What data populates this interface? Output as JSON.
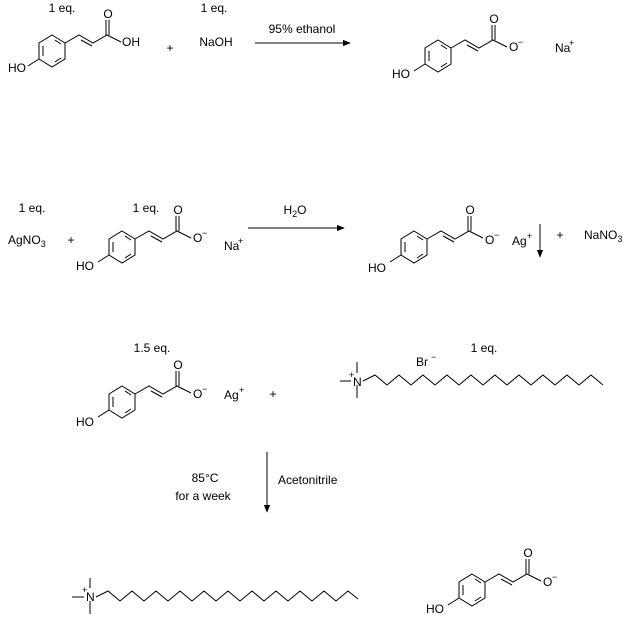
{
  "colors": {
    "ink": "#000000",
    "background": "#ffffff"
  },
  "reactions": [
    {
      "reactant1": {
        "equivalents": "1 eq.",
        "oh_label": "OH",
        "ho_label": "HO",
        "carbonyl_o": "O"
      },
      "plus": "+",
      "reactant2": {
        "equivalents": "1 eq.",
        "formula": "NaOH"
      },
      "condition": "95% ethanol",
      "product": {
        "carbonyl_o": "O",
        "oxide_o": "O",
        "charge_minus": "−",
        "ho_label": "HO",
        "counterion": "Na",
        "counterion_charge": "+"
      }
    },
    {
      "reactant1": {
        "equivalents": "1 eq.",
        "formula_main": "AgNO",
        "formula_sub": "3"
      },
      "plus": "+",
      "reactant2": {
        "equivalents": "1 eq.",
        "carbonyl_o": "O",
        "oxide_o": "O",
        "charge_minus": "−",
        "ho_label": "HO",
        "counterion": "Na",
        "counterion_charge": "+"
      },
      "condition_main": "H",
      "condition_sub": "2",
      "condition_tail": "O",
      "product": {
        "carbonyl_o": "O",
        "oxide_o": "O",
        "charge_minus": "−",
        "ho_label": "HO",
        "counterion": "Ag",
        "counterion_charge": "+"
      },
      "precipitate_plus": "+",
      "byproduct": {
        "formula_main": "NaNO",
        "formula_sub": "3"
      }
    },
    {
      "reactant1": {
        "equivalents": "1.5 eq.",
        "carbonyl_o": "O",
        "oxide_o": "O",
        "charge_minus": "−",
        "ho_label": "HO",
        "counterion": "Ag",
        "counterion_charge": "+"
      },
      "plus": "+",
      "reactant2": {
        "equivalents": "1 eq.",
        "anion": "Br",
        "anion_charge": "−",
        "nitrogen": "N",
        "nitrogen_charge": "+"
      },
      "condition_temperature": "85°C",
      "condition_time": "for a week",
      "solvent": "Acetonitrile",
      "product_cation": {
        "nitrogen": "N",
        "nitrogen_charge": "+"
      },
      "product_anion": {
        "carbonyl_o": "O",
        "oxide_o": "O",
        "charge_minus": "−",
        "ho_label": "HO"
      }
    }
  ]
}
